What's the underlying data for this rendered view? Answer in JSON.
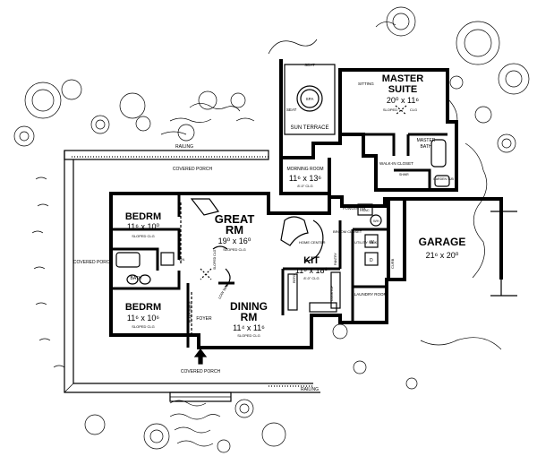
{
  "rooms": {
    "master_suite": {
      "name1": "MASTER",
      "name2": "SUITE",
      "dims": "20⁰ x 11⁶",
      "note": "SLOPED",
      "closet": "CLG"
    },
    "great_rm": {
      "name1": "GREAT",
      "name2": "RM",
      "dims": "19⁰ x 16⁰",
      "note": "SLOPED CLG"
    },
    "bedrm_top": {
      "name": "BEDRM",
      "dims": "11⁶ x 10⁰",
      "note": "SLOPED CLG"
    },
    "bedrm_bottom": {
      "name": "BEDRM",
      "dims": "11⁶ x 10⁶",
      "note": "SLOPED CLG"
    },
    "dining_rm": {
      "name1": "DINING",
      "name2": "RM",
      "dims": "11⁴ x 11⁶",
      "note": "SLOPED CLG"
    },
    "kit": {
      "name": "KIT",
      "dims": "11⁶ x 18⁰",
      "note": "8'-0\" CLG"
    },
    "garage": {
      "name": "GARAGE",
      "dims": "21⁶ x 20⁰"
    },
    "morning_room": {
      "name": "MORNING ROOM",
      "dims": "11⁶ x 13⁶",
      "note": "8'-0\" CLG"
    },
    "sun_terrace": {
      "name": "SUN TERRACE"
    },
    "master_bath": {
      "name1": "MASTER",
      "name2": "BATH"
    },
    "laundry": {
      "name": "LAUNDRY ROOM"
    },
    "foyer": {
      "name": "FOYER"
    },
    "bath": {
      "name": "BATH"
    }
  },
  "labels": {
    "covered_porch_top": "COVERED PORCH",
    "covered_porch_left": "COVERED PORCH",
    "covered_porch_bottom": "COVERED PORCH",
    "railing_top": "RAILING",
    "railing_bottom": "RAILING",
    "seat_top": "SEAT",
    "seat_side": "SEAT",
    "spa": "SPA",
    "sitting": "SITTING",
    "walk_in_closet": "WALK-IN CLOSET",
    "powder_rm": "POWDER RM",
    "hvac": "HVAC",
    "wh": "WH",
    "broom_closet": "BROOM CLOSET",
    "utility_sink": "UTILITY SINK",
    "pantry": "PANTRY",
    "home_center": "HOME CENTER",
    "cooktop": "COOKTOP",
    "refg": "REFG",
    "plant_shelf": "PLANT SHELF",
    "low_wall": "LOW WALL",
    "sloped_clg": "SLOPED CLG",
    "curb": "CURB",
    "linen": "LIN",
    "w": "W",
    "d": "D",
    "shower": "SHWR",
    "garden_tub": "GARDEN TUB"
  }
}
